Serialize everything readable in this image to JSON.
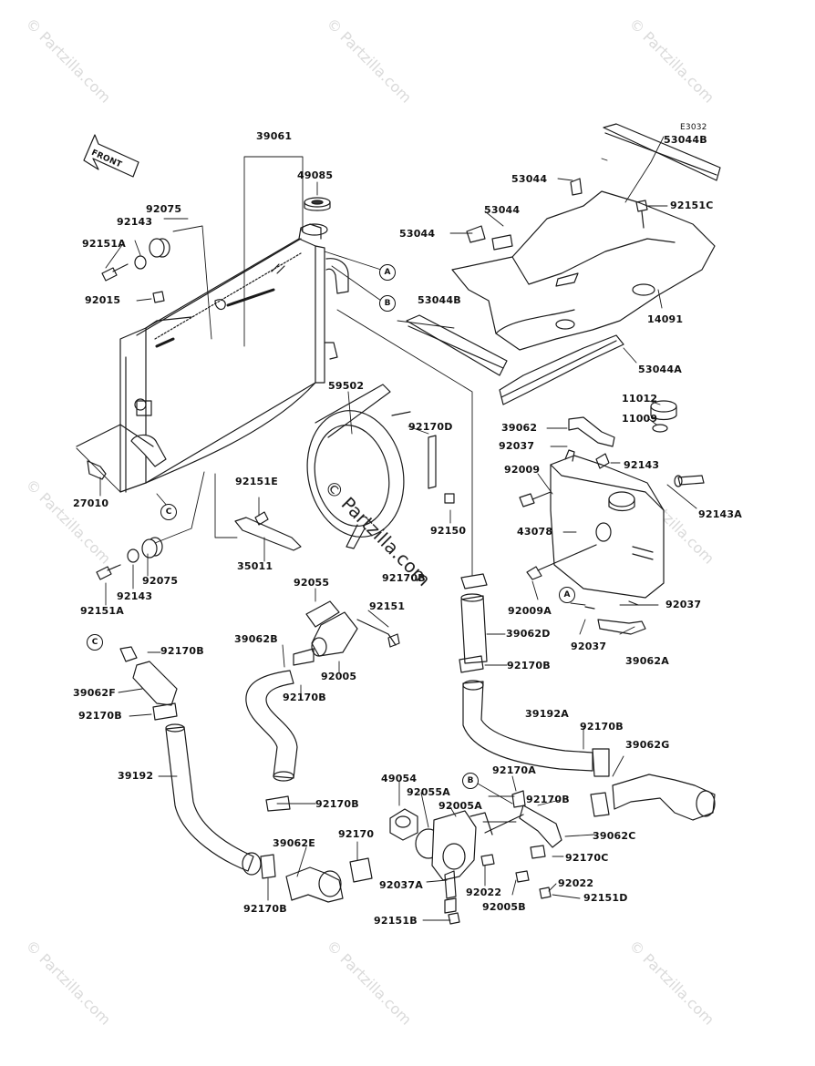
{
  "diagram": {
    "code": "E3032",
    "front_label": "FRONT",
    "callouts": {
      "a": "A",
      "b": "B",
      "c": "C"
    },
    "watermark": "© Partzilla.com",
    "center_watermark": "© Partzilla.com",
    "labels": {
      "p39061": "39061",
      "p49085": "49085",
      "p92075a": "92075",
      "p92143a": "92143",
      "p92151a1": "92151A",
      "p92015": "92015",
      "p27010": "27010",
      "p92151e": "92151E",
      "p35011": "35011",
      "p92075b": "92075",
      "p92143b": "92143",
      "p92151a2": "92151A",
      "p59502": "59502",
      "p92170d": "92170D",
      "p92150": "92150",
      "p92170b_top": "92170B",
      "p53044b_top": "53044B",
      "p53044_1": "53044",
      "p53044_2": "53044",
      "p53044_3": "53044",
      "p92151c": "92151C",
      "p53044b": "53044B",
      "p14091": "14091",
      "p53044a": "53044A",
      "p11012": "11012",
      "p11009": "11009",
      "p39062": "39062",
      "p92037_1": "92037",
      "p92009": "92009",
      "p92143_r": "92143",
      "p43078": "43078",
      "p92143a_r": "92143A",
      "p92009a": "92009A",
      "p92037_2": "92037",
      "p92037_3": "92037",
      "p39062a": "39062A",
      "p92055": "92055",
      "p92151": "92151",
      "p92005": "92005",
      "p39062b": "39062B",
      "p92170b_1": "92170B",
      "p39062d": "39062D",
      "p92170b_2": "92170B",
      "p92170b_3": "92170B",
      "p39062f": "39062F",
      "p92170b_4": "92170B",
      "p39192": "39192",
      "p92170b_5": "92170B",
      "p39192a": "39192A",
      "p92170b_6": "92170B",
      "p39062g": "39062G",
      "p49054": "49054",
      "p92055a": "92055A",
      "p92170a": "92170A",
      "p92005a": "92005A",
      "p92170b_7": "92170B",
      "p39062c": "39062C",
      "p92170c": "92170C",
      "p39062e": "39062E",
      "p92170": "92170",
      "p92037a": "92037A",
      "p92022_1": "92022",
      "p92022_2": "92022",
      "p92005b": "92005B",
      "p92151d": "92151D",
      "p92151b": "92151B",
      "p92170b_8": "92170B"
    }
  }
}
